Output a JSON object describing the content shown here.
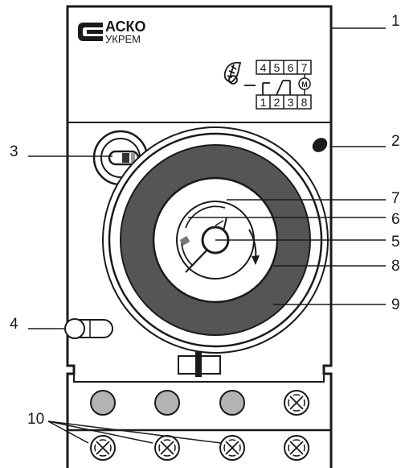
{
  "brand": {
    "line1": "АСКО",
    "line2": "УКРЕМ"
  },
  "wiring": {
    "top_terminals": [
      "4",
      "5",
      "6",
      "7"
    ],
    "bottom_terminals": [
      "1",
      "2",
      "3",
      "8"
    ],
    "motor_symbol": "M"
  },
  "callouts": [
    {
      "id": "1",
      "label": "1"
    },
    {
      "id": "2",
      "label": "2"
    },
    {
      "id": "3",
      "label": "3"
    },
    {
      "id": "4",
      "label": "4"
    },
    {
      "id": "5",
      "label": "5"
    },
    {
      "id": "6",
      "label": "6"
    },
    {
      "id": "7",
      "label": "7"
    },
    {
      "id": "8",
      "label": "8"
    },
    {
      "id": "9",
      "label": "9"
    },
    {
      "id": "10",
      "label": "10"
    }
  ],
  "colors": {
    "line": "#1a1a1a",
    "ring": "#555555",
    "led": "#b3b3b3",
    "indicator": "#777777"
  },
  "icons": [
    "brand-logo-icon",
    "shield-icon",
    "motor-icon",
    "switch-icon",
    "screw-terminal-icon",
    "led-icon"
  ]
}
